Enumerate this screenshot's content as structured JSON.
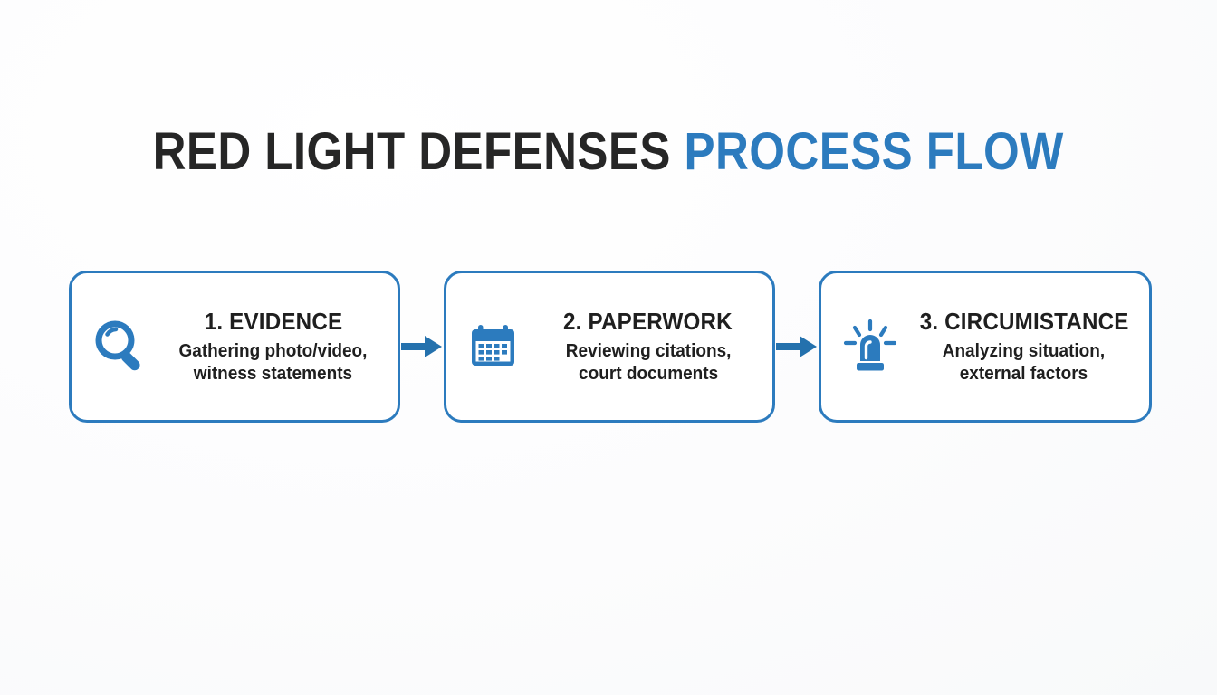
{
  "page": {
    "background_color": "#fdfdfd",
    "accent_color": "#2c7bbe",
    "text_color": "#1f1f1f"
  },
  "header": {
    "title_dark": "RED LIGHT DEFENSES",
    "title_accent": "PROCESS FLOW",
    "title_full": "RED LIGHT DEFENSES PROCESS FLOW"
  },
  "flow": {
    "steps": [
      {
        "number": "1.",
        "title": "1. EVIDENCE",
        "desc_line1": "Gathering photo/video,",
        "desc_line2": "witness statements",
        "icon": "magnifier-icon"
      },
      {
        "number": "2.",
        "title": "2. PAPERWORK",
        "desc_line1": "Reviewing citations,",
        "desc_line2": "court documents",
        "icon": "calendar-icon"
      },
      {
        "number": "3.",
        "title": "3. CIRCUMISTANCE",
        "desc_line1": "Analyzing situation,",
        "desc_line2": "external factors",
        "icon": "siren-icon"
      }
    ],
    "connectors": [
      {
        "icon": "arrow-right-icon"
      },
      {
        "icon": "arrow-right-icon"
      }
    ]
  }
}
